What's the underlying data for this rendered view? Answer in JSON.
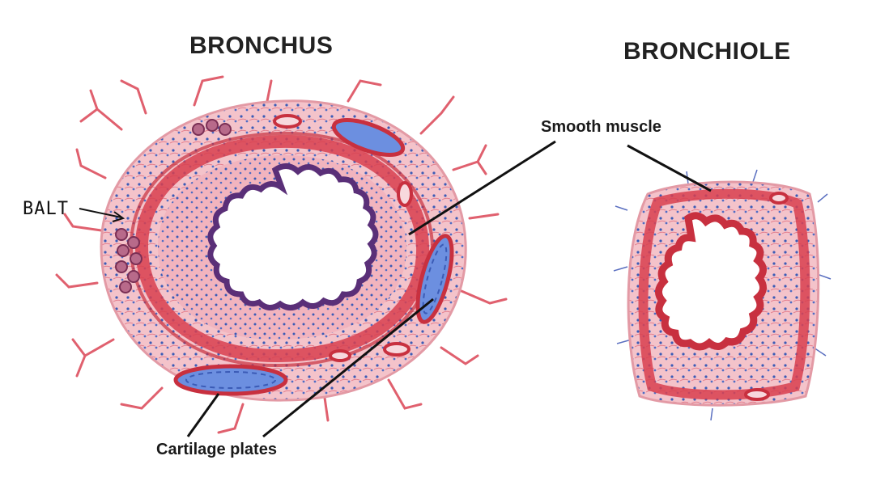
{
  "titles": {
    "bronchus": "BRONCHUS",
    "bronchiole": "BRONCHIOLE"
  },
  "labels": {
    "smooth_muscle": "Smooth muscle",
    "cartilage_plates": "Cartilage plates",
    "balt": "BALT"
  },
  "colors": {
    "tissue_pink": "#f3b9c1",
    "muscle_red": "#d8404f",
    "epithelium_dark": "#5a2f78",
    "cartilage_blue": "#6c8fe0",
    "nuclei": "#3b5bb6",
    "lumen": "#ffffff"
  }
}
